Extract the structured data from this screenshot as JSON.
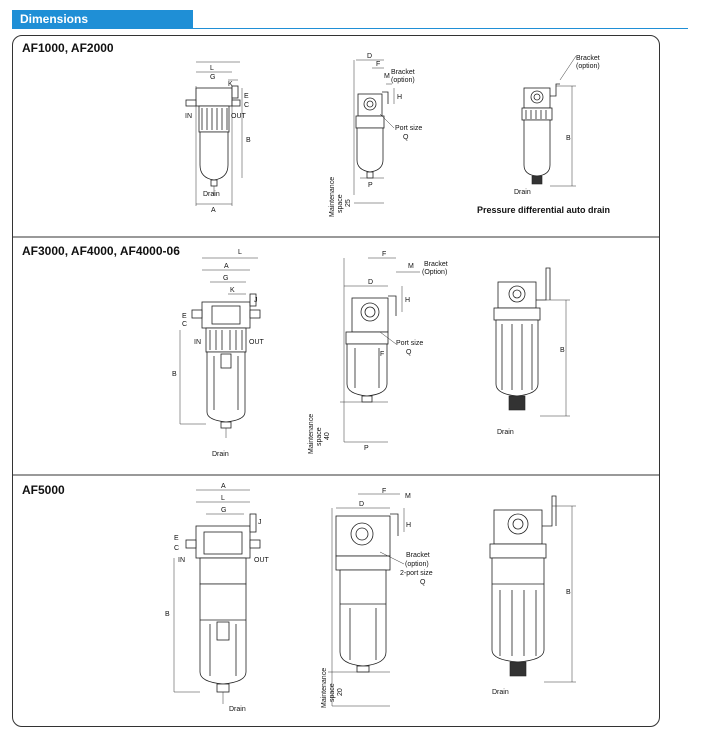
{
  "header": {
    "title": "Dimensions"
  },
  "sections": [
    {
      "title": "AF1000, AF2000"
    },
    {
      "title": "AF3000, AF4000, AF4000-06"
    },
    {
      "title": "AF5000"
    }
  ],
  "labels": {
    "A": "A",
    "B": "B",
    "C": "C",
    "D": "D",
    "E": "E",
    "F": "F",
    "G": "G",
    "H": "H",
    "J": "J",
    "K": "K",
    "L": "L",
    "M": "M",
    "P": "P",
    "Q": "Q",
    "in": "IN",
    "out": "OUT",
    "drain": "Drain",
    "bracket": "Bracket",
    "option_paren_lower": "(option)",
    "option_paren_upper": "(Option)",
    "port_size": "Port size",
    "port_size_2": "2-port size",
    "maintenance": "Maintenance",
    "space": "space",
    "m25": "25",
    "m40": "40",
    "m20": "20",
    "pressure_diff": "Pressure differential auto drain"
  }
}
